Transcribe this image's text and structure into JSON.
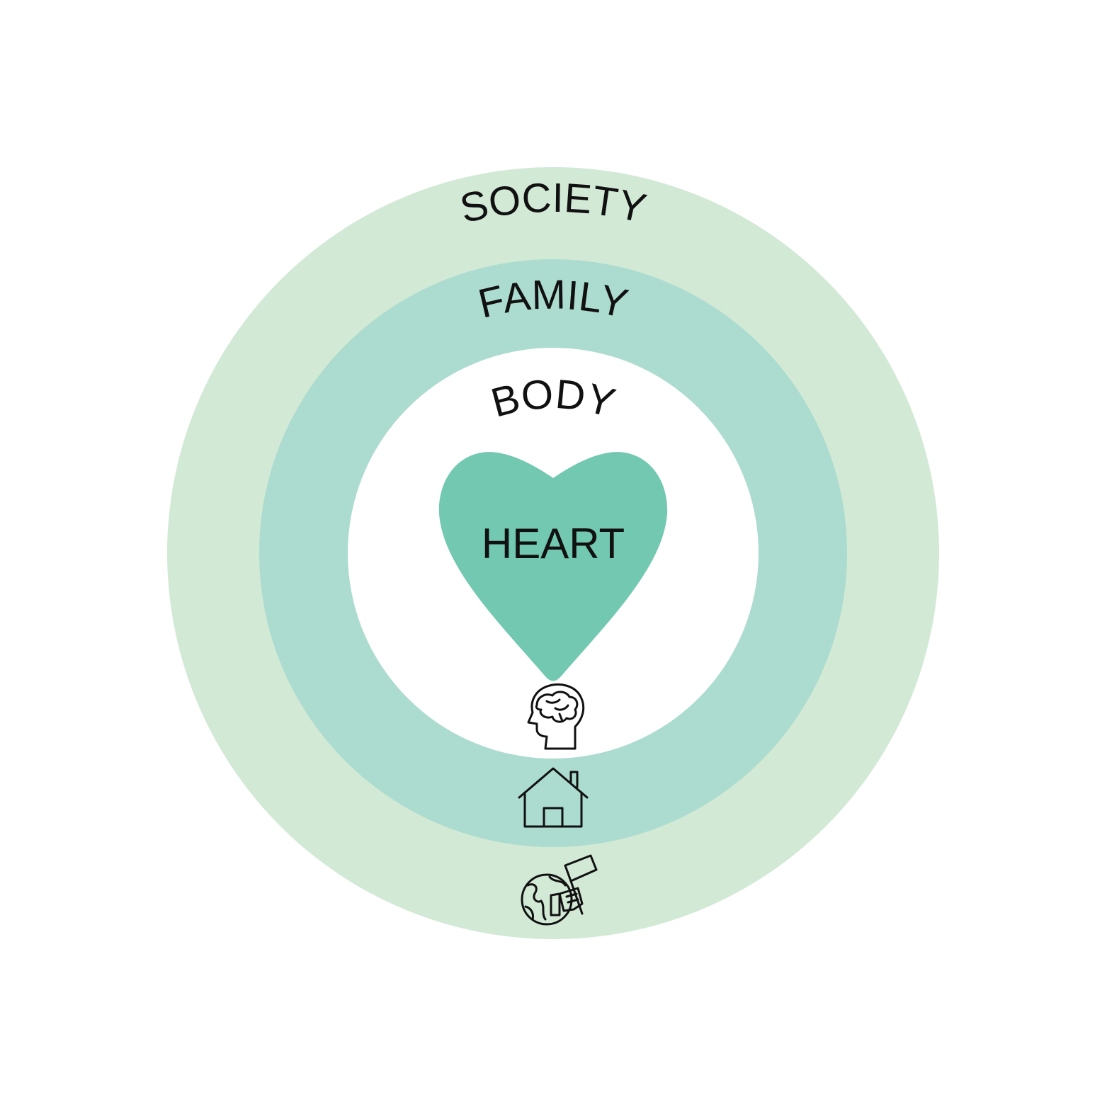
{
  "colors": {
    "society_ring": "#d2e9d6",
    "family_ring": "#acdbcf",
    "body_ring": "#ffffff",
    "heart": "#72c8b0",
    "text": "#111111"
  },
  "rings": {
    "society": {
      "label": "SOCIETY",
      "icon": "globe-with-flag-icon"
    },
    "family": {
      "label": "FAMILY",
      "icon": "house-icon"
    },
    "body": {
      "label": "BODY",
      "icon": "head-with-brain-icon"
    }
  },
  "heart": {
    "label": "HEART"
  }
}
